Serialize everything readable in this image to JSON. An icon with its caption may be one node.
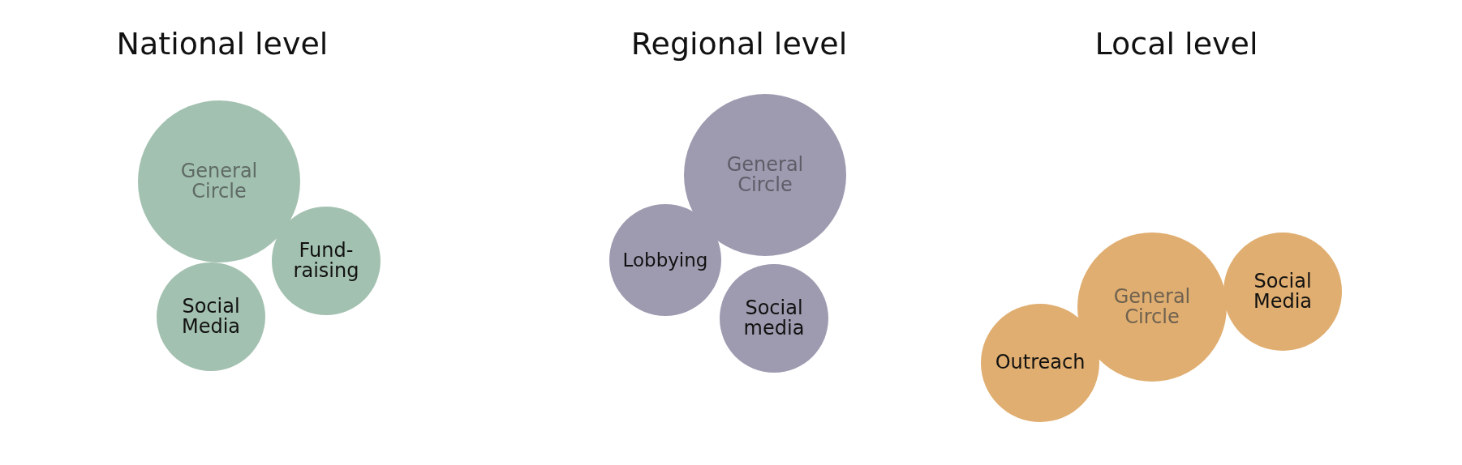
{
  "diagram": {
    "nodes": [
      {
        "text": [
          "General Circle"
        ]
      },
      {
        "text": [
          "Fund-raising"
        ]
      },
      {
        "text": [
          "Social Media"
        ]
      },
      {
        "text": [
          "General Circle"
        ]
      },
      {
        "text": [
          "Lobbying"
        ]
      },
      {
        "text": [
          "Social media"
        ]
      },
      {
        "text": [
          "General Circle"
        ]
      },
      {
        "text": [
          "Social Media"
        ]
      },
      {
        "text": [
          "Outreach"
        ]
      }
    ],
    "labels": [
      "National level",
      "Regional level",
      "Local level"
    ]
  }
}
